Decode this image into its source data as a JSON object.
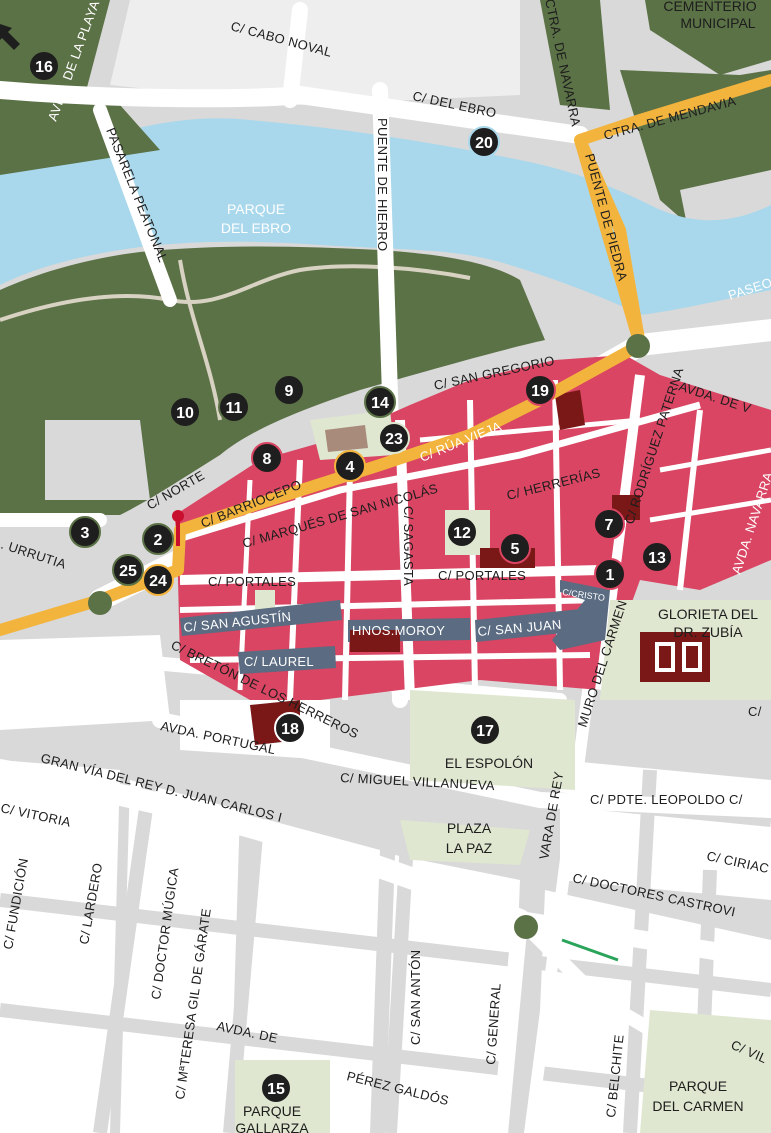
{
  "colors": {
    "background": "#d9d9d9",
    "block": "#ffffff",
    "park": "#5b7146",
    "park_light": "#dfe7d0",
    "river": "#a9d8ec",
    "old_town": "#d94562",
    "main_route": "#f3b43e",
    "highlight_street": "#5a6b82",
    "monument": "#7a1717",
    "marker": "#1e1e1e"
  },
  "areas": {
    "parque_ebro": [
      "PARQUE",
      "DEL EBRO"
    ],
    "cementerio": [
      "CEMENTERIO",
      "MUNICIPAL"
    ],
    "glorieta": [
      "GLORIETA DEL",
      "DR. ZUBÍA"
    ],
    "espolon": "EL ESPOLÓN",
    "plaza_paz": [
      "PLAZA",
      "LA PAZ"
    ],
    "parque_gallarza": [
      "PARQUE",
      "GALLARZA"
    ],
    "parque_carmen": [
      "PARQUE",
      "DEL CARMEN"
    ]
  },
  "streets": {
    "cabo_noval": "C/ CABO NOVAL",
    "del_ebro": "C/ DEL EBRO",
    "ctra_navarra": "CTRA. DE NAVARRA",
    "ctra_mendavia": "CTRA. DE MENDAVIA",
    "avda_playa": "AVDA. DE LA PLAYA",
    "pasarela": "PASARELA PEATONAL",
    "puente_hierro": "PUENTE DE HIERRO",
    "puente_piedra": "PUENTE DE PIEDRA",
    "paseo": "PASEO",
    "san_gregorio": "C/ SAN GREGORIO",
    "avda_viana": "AVDA. DE V",
    "rua_vieja": "C/ RÚA VIEJA",
    "norte": "C/ NORTE",
    "barriocepo": "C/ BARRIOCEPO",
    "marques": "C/ MARQUÉS DE SAN NICOLÁS",
    "herrerias": "C/ HERRERÍAS",
    "rodriguez_paterna": "C/ RODRÍGUEZ PATERNA",
    "avda_navarra": "AVDA. NAVARRA",
    "urrutia": ". URRUTIA",
    "portales_1": "C/ PORTALES",
    "portales_2": "C/ PORTALES",
    "sagasta": "C/ SAGASTA",
    "cristo": "C/CRISTO",
    "san_agustin": "C/ SAN  AGUSTÍN",
    "hnos_moroy": "HNOS.MOROY",
    "san_juan": "C/ SAN JUAN",
    "laurel": "C/ LAUREL",
    "breton": "C/ BRETÓN DE LOS HERREROS",
    "muro_carmen": "MURO DEL CARMEN",
    "avda_portugal": "AVDA. PORTUGAL",
    "miguel_villanueva": "C/ MIGUEL VILLANUEVA",
    "vara_rey": "VARA DE REY",
    "gran_via": "GRAN VÍA DEL REY D. JUAN CARLOS I",
    "pdte_leopoldo": "C/ PDTE. LEOPOLDO C/",
    "vitoria": "C/ VITORIA",
    "fundicion": "C/ FUNDICIÓN",
    "lardero": "C/ LARDERO",
    "doctor_mugica": "C/ DOCTOR MÚGICA",
    "teresa_gil": "C/ MªTERESA GIL DE GÁRATE",
    "san_anton": "C/ SAN ANTÓN",
    "general": "C/ GENERAL",
    "belchite": "C/ BELCHITE",
    "ciriaco": "C/ CIRIAC",
    "doctores_castroviejo": "C/ DOCTORES CASTROVI",
    "avda_de": "AVDA. DE",
    "perez_galdos": "PÉREZ GALDÓS",
    "vil": "C/ VIL",
    "c_edge": "C/"
  },
  "markers": [
    {
      "id": "16",
      "label": "16"
    },
    {
      "id": "20",
      "label": "20"
    },
    {
      "id": "9",
      "label": "9"
    },
    {
      "id": "10",
      "label": "10"
    },
    {
      "id": "11",
      "label": "11"
    },
    {
      "id": "14",
      "label": "14"
    },
    {
      "id": "19",
      "label": "19"
    },
    {
      "id": "23",
      "label": "23"
    },
    {
      "id": "8",
      "label": "8"
    },
    {
      "id": "4",
      "label": "4"
    },
    {
      "id": "3",
      "label": "3"
    },
    {
      "id": "2",
      "label": "2"
    },
    {
      "id": "12",
      "label": "12"
    },
    {
      "id": "5",
      "label": "5"
    },
    {
      "id": "7",
      "label": "7"
    },
    {
      "id": "13",
      "label": "13"
    },
    {
      "id": "25",
      "label": "25"
    },
    {
      "id": "24",
      "label": "24"
    },
    {
      "id": "1",
      "label": "1"
    },
    {
      "id": "18",
      "label": "18"
    },
    {
      "id": "17",
      "label": "17"
    },
    {
      "id": "15",
      "label": "15"
    }
  ]
}
